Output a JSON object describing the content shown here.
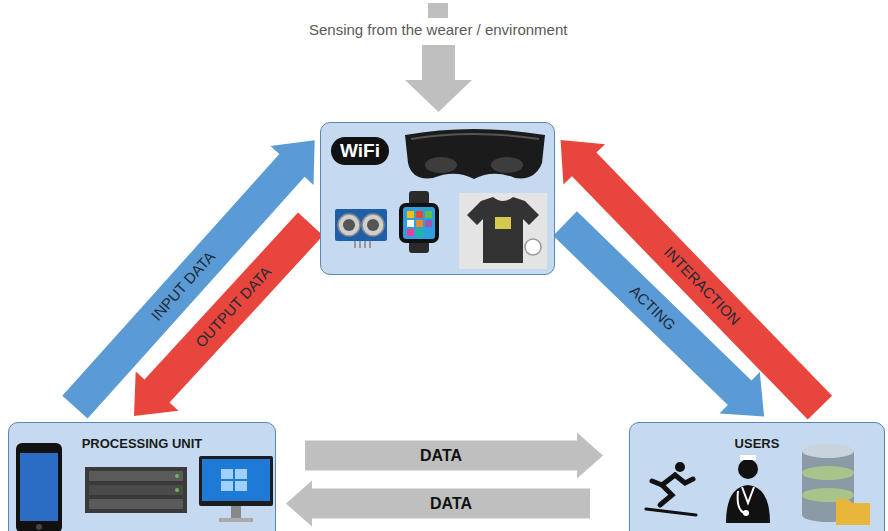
{
  "diagram": {
    "nodes": [
      {
        "text": [
          "WiFi"
        ]
      },
      {
        "text": [
          "PROCESSING UNIT"
        ]
      },
      {
        "text": [
          "USERS"
        ]
      }
    ],
    "edges": [
      {
        "from": 1,
        "to": 0,
        "label": "INPUT DATA",
        "arrow": "to"
      },
      {
        "from": 0,
        "to": 1,
        "label": "OUTPUT DATA",
        "arrow": "to"
      },
      {
        "from": 2,
        "to": 0,
        "label": "INTERACTION",
        "arrow": "to"
      },
      {
        "from": 0,
        "to": 2,
        "label": "ACTING",
        "arrow": "to"
      },
      {
        "from": 1,
        "to": 2,
        "label": "DATA",
        "arrow": "to"
      },
      {
        "from": 2,
        "to": 1,
        "label": "DATA",
        "arrow": "to"
      }
    ],
    "labels": [
      "Sensing from the wearer / environment"
    ]
  }
}
